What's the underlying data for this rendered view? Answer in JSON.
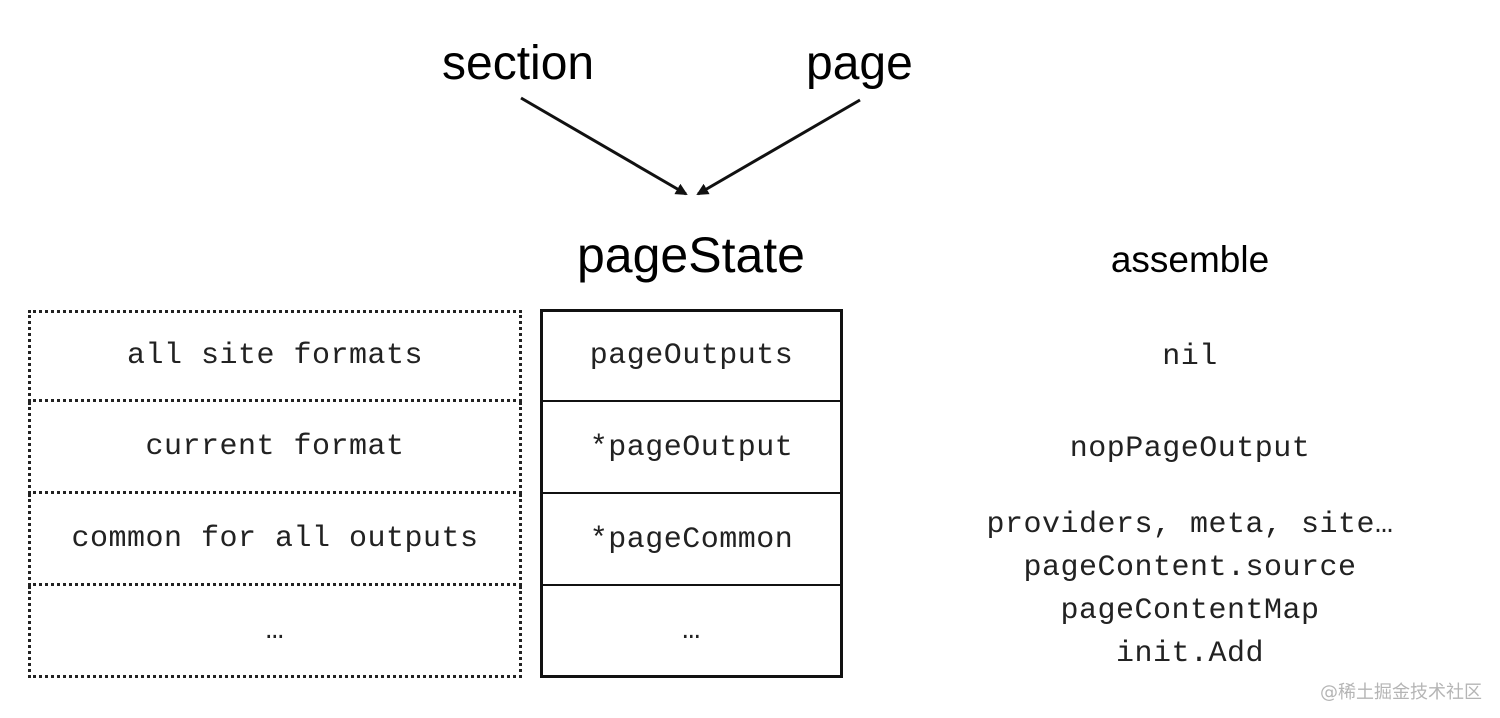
{
  "inputs": {
    "section": "section",
    "page": "page"
  },
  "titles": {
    "page_state": "pageState",
    "assemble": "assemble"
  },
  "left_column": [
    "all site formats",
    "current format",
    "common for all outputs",
    "…"
  ],
  "page_state_fields": [
    "pageOutputs",
    "*pageOutput",
    "*pageCommon",
    "…"
  ],
  "assemble_values": {
    "row1": "nil",
    "row2": "nopPageOutput",
    "row3_lines": [
      "providers, meta, site…",
      "pageContent.source",
      "pageContentMap",
      "init.Add"
    ]
  },
  "watermark": "@稀土掘金技术社区"
}
